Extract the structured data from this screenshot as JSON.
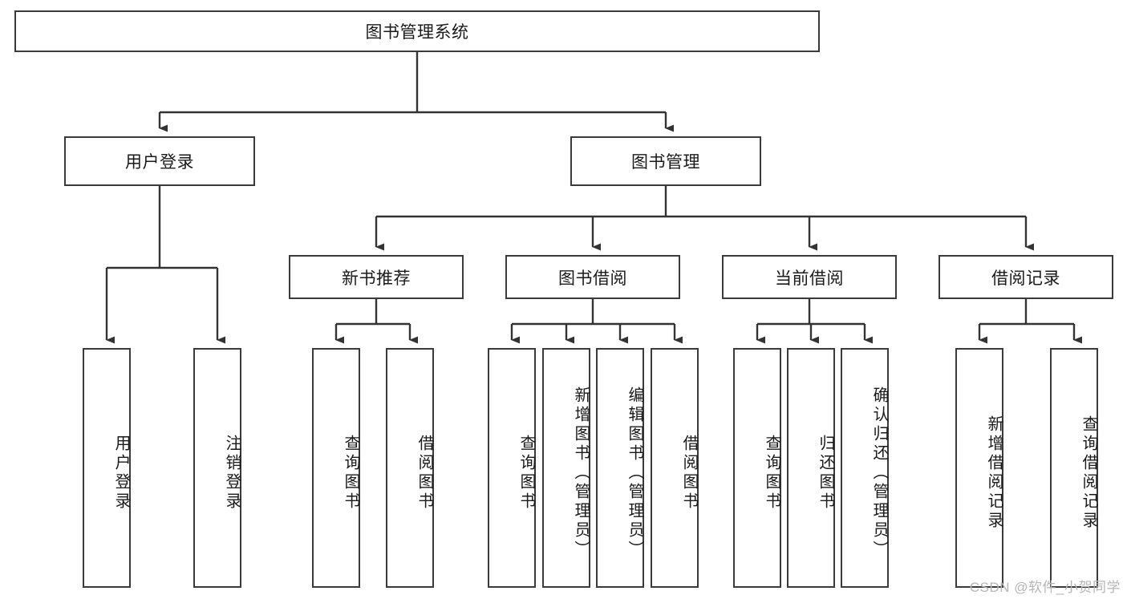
{
  "diagram": {
    "type": "tree-hierarchy",
    "title": "图书管理系统",
    "watermark": "CSDN @软件_小贺同学",
    "colors": {
      "box_border": "#3a3a3a",
      "box_fill": "#ffffff",
      "connector": "#333333",
      "text": "#1a1a1a",
      "watermark": "#b6b6b6"
    },
    "levels": {
      "root": {
        "label": "图书管理系统"
      },
      "level2": [
        {
          "label": "用户登录"
        },
        {
          "label": "图书管理"
        }
      ],
      "level3": [
        {
          "label": "新书推荐"
        },
        {
          "label": "图书借阅"
        },
        {
          "label": "当前借阅"
        },
        {
          "label": "借阅记录"
        }
      ],
      "leaves": {
        "user_login": [
          {
            "label": "用户登录"
          },
          {
            "label": "注销登录"
          }
        ],
        "new_book_recommend": [
          {
            "label": "查询图书"
          },
          {
            "label": "借阅图书"
          }
        ],
        "book_borrow": [
          {
            "label": "查询图书"
          },
          {
            "label": "新增图书（管理员）"
          },
          {
            "label": "编辑图书（管理员）"
          },
          {
            "label": "借阅图书"
          }
        ],
        "current_borrow": [
          {
            "label": "查询图书"
          },
          {
            "label": "归还图书"
          },
          {
            "label": "确认归还（管理员）"
          }
        ],
        "borrow_record": [
          {
            "label": "新增借阅记录"
          },
          {
            "label": "查询借阅记录"
          }
        ]
      }
    }
  }
}
